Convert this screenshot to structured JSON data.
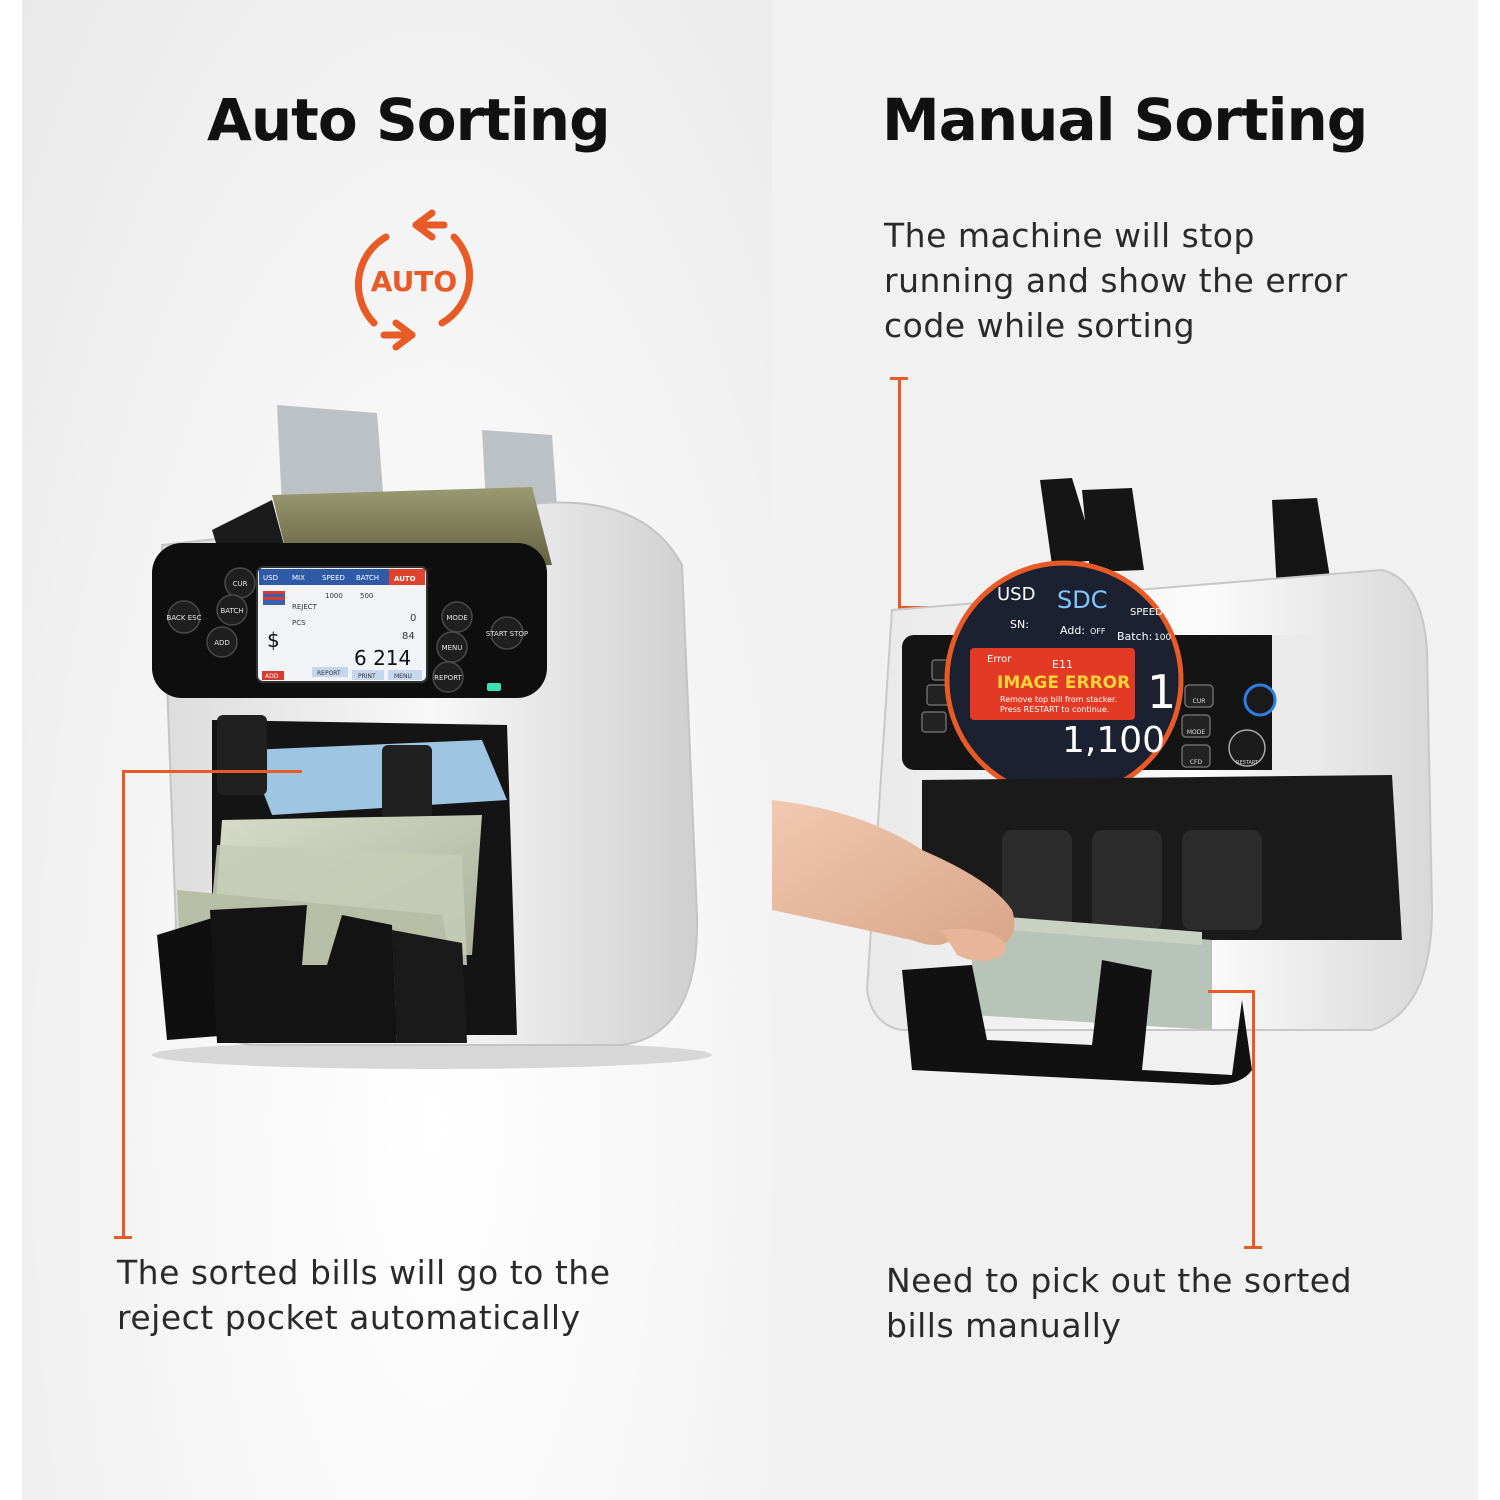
{
  "auto_panel": {
    "title": "Auto Sorting",
    "badge": "AUTO",
    "caption_line1": "The sorted bills will go to the",
    "caption_line2": "reject pocket automatically",
    "screen": {
      "tabs": [
        "USD",
        "MIX",
        "SPEED",
        "BATCH",
        "AUTO"
      ],
      "speed_value": "1000",
      "batch_value": "500",
      "reject_label": "REJECT",
      "reject_value": "0",
      "pcs_label": "PCS",
      "pcs_value": "84",
      "currency_symbol": "$",
      "amount": "6 214",
      "footer_buttons": [
        "ADD",
        "REPORT",
        "PRINT",
        "MENU"
      ]
    },
    "keys": [
      "CUR",
      "BACK ESC",
      "BATCH",
      "ADD",
      "MODE",
      "MENU",
      "START STOP",
      "REPORT"
    ]
  },
  "manual_panel": {
    "title": "Manual Sorting",
    "caption_top_line1": "The machine will stop",
    "caption_top_line2": "running and show the error",
    "caption_top_line3": "code while sorting",
    "caption_bottom_line1": "Need to pick out the sorted",
    "caption_bottom_line2": "bills manually",
    "zoom": {
      "currency": "USD",
      "mode": "SDC",
      "speed_label": "SPEED",
      "sn_label": "SN:",
      "add_label": "Add:",
      "add_value": "OFF",
      "batch_label": "Batch:",
      "batch_value": "100",
      "error_label": "Error",
      "error_code": "E11",
      "error_title": "IMAGE ERROR",
      "error_line1": "Remove top bill from stacker.",
      "error_line2": "Press RESTART to continue.",
      "count": "1",
      "amount": "1,100"
    },
    "keys": [
      "CUR",
      "MODE",
      "CFD",
      "RESTART"
    ]
  },
  "colors": {
    "accent": "#e85a26",
    "machine_white": "#f4f4f4",
    "machine_black": "#111111"
  }
}
